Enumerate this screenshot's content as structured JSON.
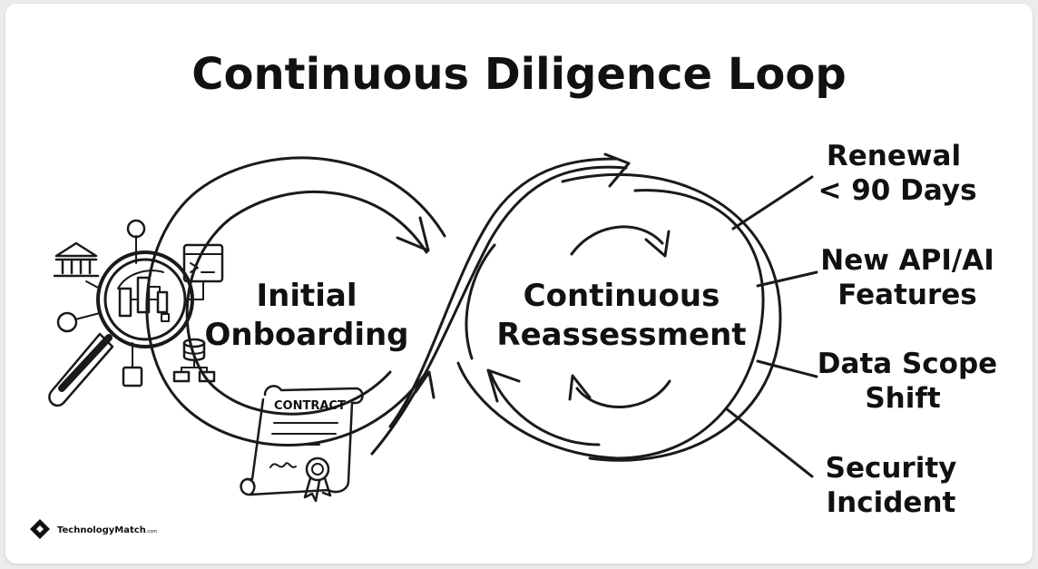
{
  "title": "Continuous Diligence Loop",
  "left_loop": {
    "line1": "Initial",
    "line2": "Onboarding"
  },
  "right_loop": {
    "line1": "Continuous",
    "line2": "Reassessment"
  },
  "triggers": [
    {
      "line1": "Renewal",
      "line2": "< 90 Days"
    },
    {
      "line1": "New API/AI",
      "line2": "Features"
    },
    {
      "line1": "Data Scope",
      "line2": "Shift"
    },
    {
      "line1": "Security",
      "line2": "Incident"
    }
  ],
  "contract_label": "CONTRACT",
  "brand": {
    "name": "TechnologyMatch",
    "suffix": ".com"
  },
  "icons": [
    "bank-icon",
    "magnifier-icon",
    "browser-window-icon",
    "database-icon",
    "org-chart-icon",
    "seal-icon",
    "diamond-logo-icon"
  ],
  "colors": {
    "ink": "#1a1a1a",
    "background": "#ffffff",
    "frame": "#ececec"
  }
}
